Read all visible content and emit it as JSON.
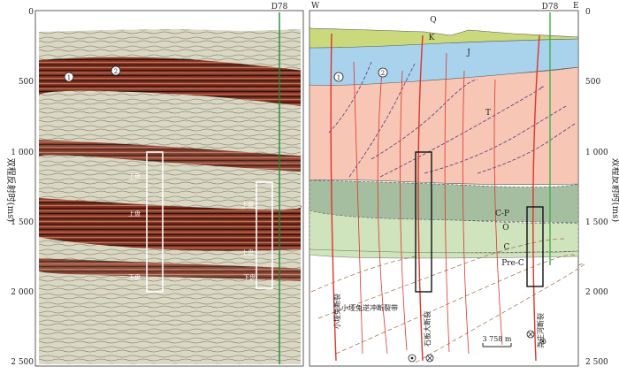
{
  "figure": {
    "left_panel": {
      "axis_label": "双程反射时(ms)",
      "ticks": [
        "0",
        "500",
        "1 000",
        "1 500",
        "2 000",
        "2 500"
      ],
      "well_label": "D78",
      "markers": [
        "1",
        "2"
      ],
      "box_labels": [
        "上盘",
        "上盘",
        "下盘",
        "上盘",
        "上盘",
        "下盘"
      ]
    },
    "right_panel": {
      "axis_label": "双程反射时(ms)",
      "ticks": [
        "0",
        "500",
        "1 000",
        "1 500",
        "2 000",
        "2 500"
      ],
      "west_label": "W",
      "east_label": "E",
      "well_label": "D78",
      "markers": [
        "1",
        "2"
      ],
      "strata": [
        "Q",
        "K",
        "J",
        "T",
        "C-P",
        "O",
        "C",
        "Pre-C"
      ],
      "fault_labels": [
        "小垭兔断裂",
        "石板大断裂",
        "小垭兔逆冲断裂带",
        "尧庄河断裂"
      ],
      "scale_bar": "3 758 m",
      "colors": {
        "Q": "#c9d97b",
        "J": "#a9d3ec",
        "T": "#f7c6b4",
        "C-P": "#a6bea0",
        "O": "#cfe3bd",
        "fault": "#e0332c"
      }
    }
  }
}
